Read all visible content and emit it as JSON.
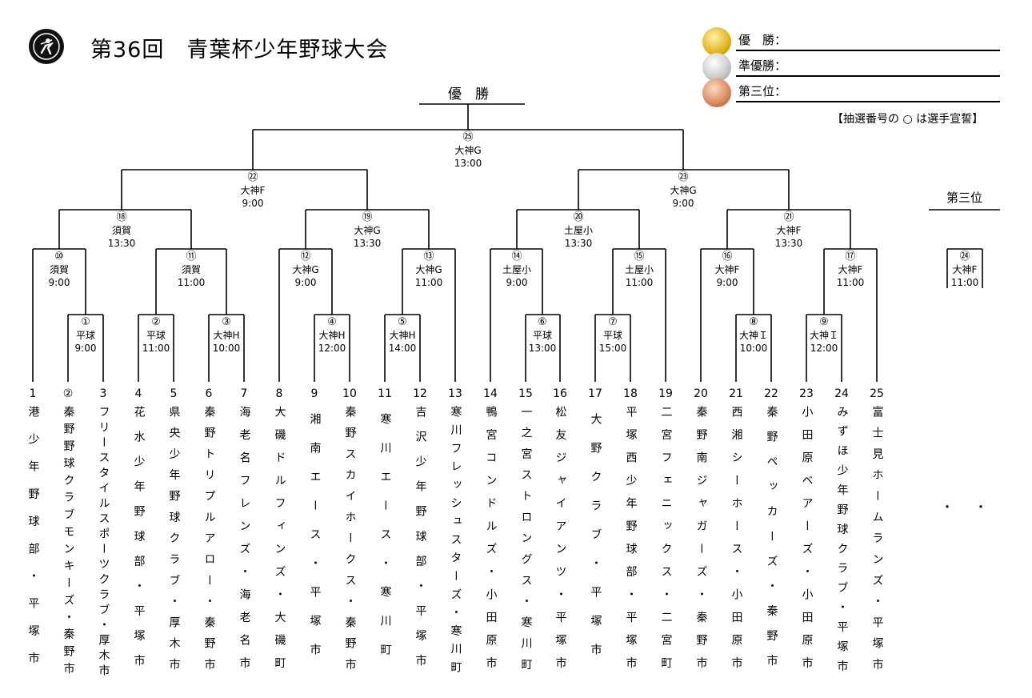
{
  "title": "第36回　青葉杯少年野球大会",
  "medals": [
    {
      "label": "優　勝：",
      "icon": "gold-medal-icon"
    },
    {
      "label": "準優勝：",
      "icon": "silver-medal-icon"
    },
    {
      "label": "第三位：",
      "icon": "bronze-medal-icon"
    }
  ],
  "note": "【抽選番号の ○ は選手宣誓】",
  "champion_heading": "優　勝",
  "third_place_heading": "第三位",
  "dots": "・・",
  "matches": [
    {
      "num": "①",
      "venue": "平球",
      "time": "9:00"
    },
    {
      "num": "②",
      "venue": "平球",
      "time": "11:00"
    },
    {
      "num": "③",
      "venue": "大神H",
      "time": "10:00"
    },
    {
      "num": "④",
      "venue": "大神H",
      "time": "12:00"
    },
    {
      "num": "⑤",
      "venue": "大神H",
      "time": "14:00"
    },
    {
      "num": "⑥",
      "venue": "平球",
      "time": "13:00"
    },
    {
      "num": "⑦",
      "venue": "平球",
      "time": "15:00"
    },
    {
      "num": "⑧",
      "venue": "大神Ｉ",
      "time": "10:00"
    },
    {
      "num": "⑨",
      "venue": "大神Ｉ",
      "time": "12:00"
    },
    {
      "num": "⑩",
      "venue": "須賀",
      "time": "9:00"
    },
    {
      "num": "⑪",
      "venue": "須賀",
      "time": "11:00"
    },
    {
      "num": "⑫",
      "venue": "大神G",
      "time": "9:00"
    },
    {
      "num": "⑬",
      "venue": "大神G",
      "time": "11:00"
    },
    {
      "num": "⑭",
      "venue": "土屋小",
      "time": "9:00"
    },
    {
      "num": "⑮",
      "venue": "土屋小",
      "time": "11:00"
    },
    {
      "num": "⑯",
      "venue": "大神F",
      "time": "9:00"
    },
    {
      "num": "⑰",
      "venue": "大神F",
      "time": "11:00"
    },
    {
      "num": "⑱",
      "venue": "須賀",
      "time": "13:30"
    },
    {
      "num": "⑲",
      "venue": "大神G",
      "time": "13:30"
    },
    {
      "num": "⑳",
      "venue": "土屋小",
      "time": "13:30"
    },
    {
      "num": "㉑",
      "venue": "大神F",
      "time": "13:30"
    },
    {
      "num": "㉒",
      "venue": "大神F",
      "time": "9:00"
    },
    {
      "num": "㉓",
      "venue": "大神G",
      "time": "9:00"
    },
    {
      "num": "㉔",
      "venue": "大神F",
      "time": "11:00"
    },
    {
      "num": "㉕",
      "venue": "大神G",
      "time": "13:00"
    }
  ],
  "teams": [
    {
      "num": "1",
      "name": "港少年野球部・平塚市"
    },
    {
      "num": "②",
      "name": "秦野野球クラブモンキーズ・秦野市"
    },
    {
      "num": "3",
      "name": "フリースタイルスポーツクラブ・厚木市"
    },
    {
      "num": "4",
      "name": "花水少年野球部・平塚市"
    },
    {
      "num": "5",
      "name": "県央少年野球クラブ・厚木市"
    },
    {
      "num": "6",
      "name": "秦野トリプルアロー・秦野市"
    },
    {
      "num": "7",
      "name": "海老名フレンズ・海老名市"
    },
    {
      "num": "8",
      "name": "大磯ドルフィンズ・大磯町"
    },
    {
      "num": "9",
      "name": "湘南エース・平塚市"
    },
    {
      "num": "10",
      "name": "秦野スカイホークス・秦野市"
    },
    {
      "num": "11",
      "name": "寒川エース・寒川町"
    },
    {
      "num": "12",
      "name": "吉沢少年野球部・平塚市"
    },
    {
      "num": "13",
      "name": "寒川フレッシュスターズ・寒川町"
    },
    {
      "num": "14",
      "name": "鴨宮コンドルズ・小田原市"
    },
    {
      "num": "15",
      "name": "一之宮ストロングス・寒川町"
    },
    {
      "num": "16",
      "name": "松友ジャイアンツ・平塚市"
    },
    {
      "num": "17",
      "name": "大野クラブ・平塚市"
    },
    {
      "num": "18",
      "name": "平塚西少年野球部・平塚市"
    },
    {
      "num": "19",
      "name": "二宮フェニックス・二宮町"
    },
    {
      "num": "20",
      "name": "秦野南ジャガーズ・秦野市"
    },
    {
      "num": "21",
      "name": "西湘シーホース・小田原市"
    },
    {
      "num": "22",
      "name": "秦野ペッカーズ・秦野市"
    },
    {
      "num": "23",
      "name": "小田原ベアーズ・小田原市"
    },
    {
      "num": "24",
      "name": "みずほ少年野球クラブ・平塚市"
    },
    {
      "num": "25",
      "name": "富士見ホームランズ・平塚市"
    }
  ]
}
